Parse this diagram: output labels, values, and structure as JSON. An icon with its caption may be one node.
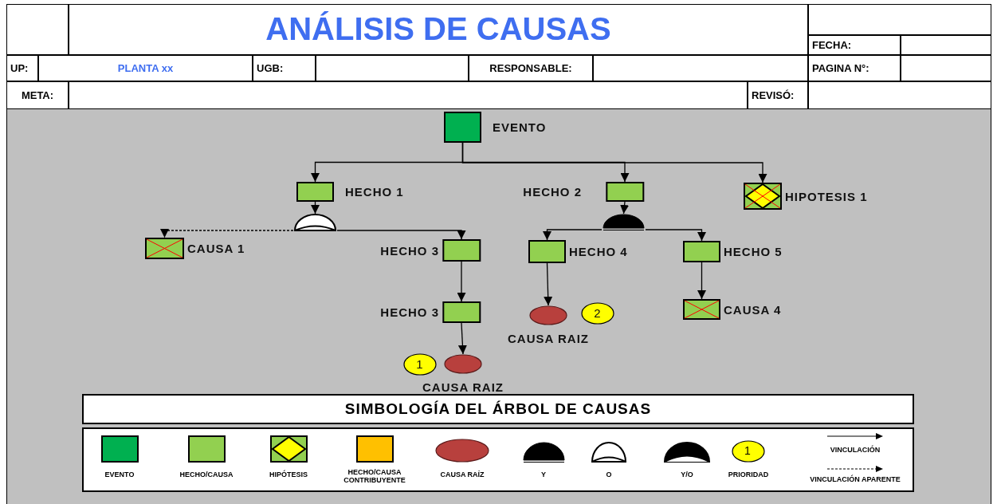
{
  "diagram": {
    "title": "ANÁLISIS DE CAUSAS",
    "nodes": [
      {
        "text": [
          "EVENTO"
        ]
      },
      {
        "text": [
          "HECHO 1"
        ]
      },
      {
        "text": [
          "HECHO 2"
        ]
      },
      {
        "text": [
          "HIPOTESIS 1"
        ]
      },
      {
        "text": [],
        "shape": "semicircle"
      },
      {
        "text": [],
        "shape": "semicircle"
      },
      {
        "text": [
          "CAUSA 1"
        ]
      },
      {
        "text": [
          "HECHO 3"
        ]
      },
      {
        "text": [
          "HECHO 4"
        ]
      },
      {
        "text": [
          "HECHO 5"
        ]
      },
      {
        "text": [
          "HECHO 3"
        ]
      },
      {
        "text": [
          "CAUSA RAIZ"
        ]
      },
      {
        "text": [
          "2"
        ]
      },
      {
        "text": [
          "CAUSA 4"
        ]
      },
      {
        "text": [
          "1"
        ]
      },
      {
        "text": [
          "CAUSA RAIZ"
        ]
      }
    ],
    "edges": [
      {
        "from": 0,
        "to": 1,
        "arrow": "to"
      },
      {
        "from": 0,
        "to": 2,
        "arrow": "to"
      },
      {
        "from": 0,
        "to": 3,
        "arrow": "to"
      },
      {
        "from": 1,
        "to": 4,
        "arrow": "to"
      },
      {
        "from": 2,
        "to": 5,
        "arrow": "to"
      },
      {
        "from": 4,
        "to": 6,
        "arrow": "to",
        "style": "dashed"
      },
      {
        "from": 4,
        "to": 7,
        "arrow": "to"
      },
      {
        "from": 5,
        "to": 8,
        "arrow": "to"
      },
      {
        "from": 5,
        "to": 9,
        "arrow": "to"
      },
      {
        "from": 7,
        "to": 10,
        "arrow": "to"
      },
      {
        "from": 10,
        "to": 15,
        "arrow": "to"
      },
      {
        "from": 8,
        "to": 11,
        "arrow": "to"
      },
      {
        "from": 9,
        "to": 13,
        "arrow": "to"
      }
    ],
    "labels": [
      "FECHA:",
      "UP:",
      "PLANTA xx",
      "UGB:",
      "RESPONSABLE:",
      "PAGINA N°:",
      "META:",
      "REVISÓ:",
      "SIMBOLOGÍA DEL ÁRBOL DE CAUSAS",
      "1"
    ],
    "legend": [
      {
        "text": "EVENTO",
        "color": "#00b050"
      },
      {
        "text": "HECHO/CAUSA",
        "color": "#92d050"
      },
      {
        "text": "HIPÓTESIS"
      },
      {
        "text": "HECHO/CAUSA CONTRIBUYENTE",
        "color": "#ffc000"
      },
      {
        "text": "CAUSA RAÍZ"
      },
      {
        "text": "Y"
      },
      {
        "text": "O"
      },
      {
        "text": "Y/O"
      },
      {
        "text": "PRIORIDAD"
      },
      {
        "text": "VINCULACIÓN"
      },
      {
        "text": "VINCULACIÓN APARENTE"
      }
    ]
  }
}
